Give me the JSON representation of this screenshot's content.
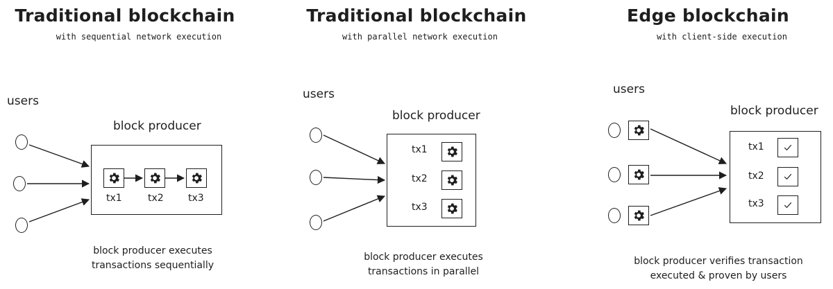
{
  "panels": [
    {
      "title": "Traditional blockchain",
      "subtitle": "with sequential network execution",
      "users_label": "users",
      "producer_label": "block producer",
      "transactions": [
        "tx1",
        "tx2",
        "tx3"
      ],
      "caption": [
        "block producer executes",
        "transactions sequentially"
      ]
    },
    {
      "title": "Traditional blockchain",
      "subtitle": "with parallel network execution",
      "users_label": "users",
      "producer_label": "block producer",
      "transactions": [
        "tx1",
        "tx2",
        "tx3"
      ],
      "caption": [
        "block producer executes",
        "transactions in parallel"
      ]
    },
    {
      "title": "Edge blockchain",
      "subtitle": "with client-side execution",
      "users_label": "users",
      "producer_label": "block producer",
      "transactions": [
        "tx1",
        "tx2",
        "tx3"
      ],
      "caption": [
        "block producer verifies transaction",
        "executed & proven by users"
      ]
    }
  ],
  "icons": {
    "executor": "gear-icon",
    "verified": "check-icon"
  },
  "colors": {
    "stroke": "#1e1e1e",
    "background": "#ffffff"
  }
}
